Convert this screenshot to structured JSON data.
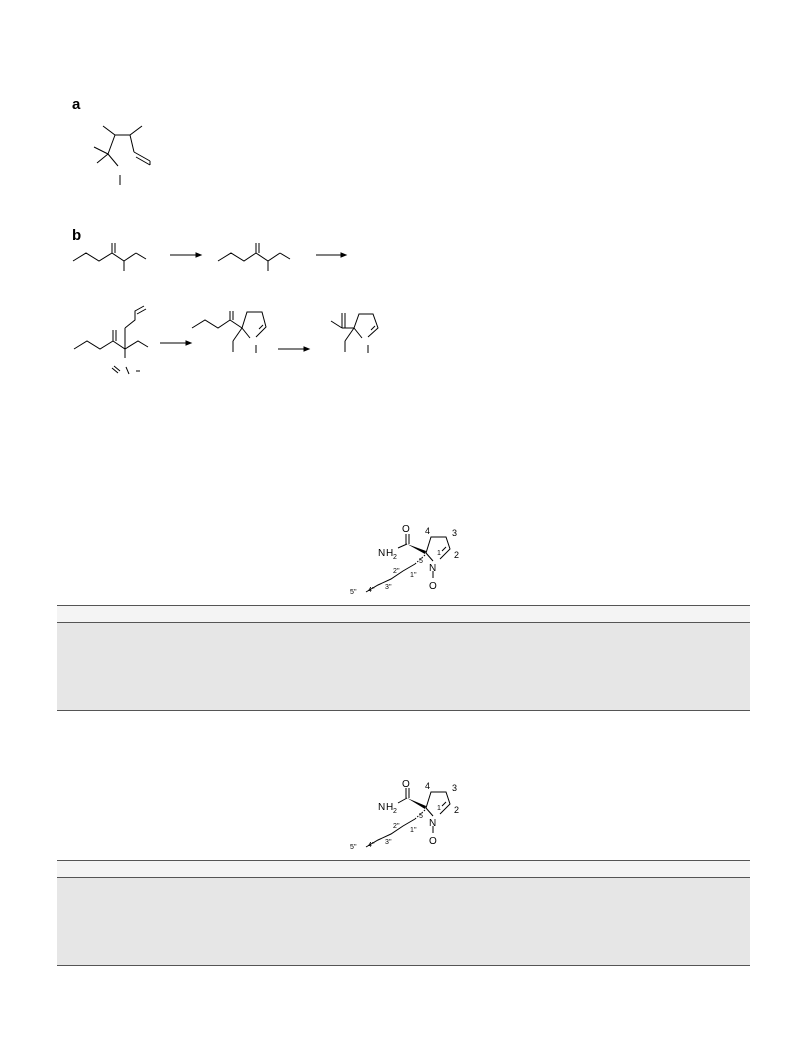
{
  "panels": {
    "a": {
      "label": "a"
    },
    "b": {
      "label": "b"
    }
  },
  "structures": [
    {
      "atoms": {
        "o": "O",
        "nh2": "H",
        "nh2_sub": "2",
        "nh2_n": "N",
        "n": "N",
        "o2": "O"
      },
      "locants": {
        "l4": "4",
        "l3": "3",
        "l2": "2",
        "l1": "1",
        "l5": "5",
        "l1pp": "1''",
        "l2pp": "2''",
        "l3pp": "3''",
        "l4pp": "4''",
        "l5pp": "5''"
      }
    },
    {
      "atoms": {
        "o": "O",
        "nh2": "H",
        "nh2_sub": "2",
        "nh2_n": "N",
        "n": "N",
        "o2": "O"
      },
      "locants": {
        "l4": "4",
        "l3": "3",
        "l2": "2",
        "l1": "1",
        "l5": "5",
        "l1pp": "1''",
        "l2pp": "2''",
        "l3pp": "3''",
        "l4pp": "4''",
        "l5pp": "5''"
      }
    }
  ]
}
